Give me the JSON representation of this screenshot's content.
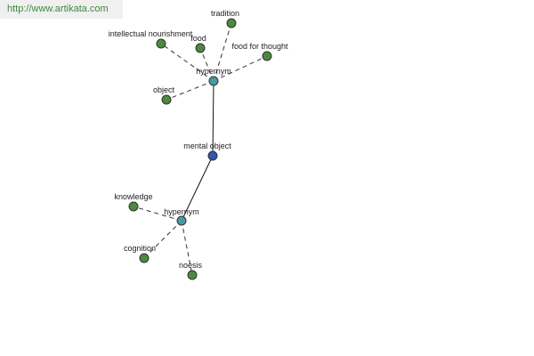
{
  "url": "http://www.artikata.com",
  "colors": {
    "root": "#3355aa",
    "hypernym": "#4a9aa0",
    "leaf": "#4c8a3c",
    "node_stroke": "#333333",
    "solid_edge": "#111111",
    "dashed_edge": "#333333",
    "url_text": "#3c8a3c"
  },
  "graph": {
    "root": {
      "label": "mental object"
    },
    "groups": [
      {
        "hub": {
          "label": "hypernym"
        },
        "leaves": [
          {
            "label": "tradition"
          },
          {
            "label": "food"
          },
          {
            "label": "intellectual nourishment"
          },
          {
            "label": "food for thought"
          },
          {
            "label": "object"
          }
        ]
      },
      {
        "hub": {
          "label": "hypernym"
        },
        "leaves": [
          {
            "label": "knowledge"
          },
          {
            "label": "cognition"
          },
          {
            "label": "noesis"
          }
        ]
      }
    ]
  }
}
